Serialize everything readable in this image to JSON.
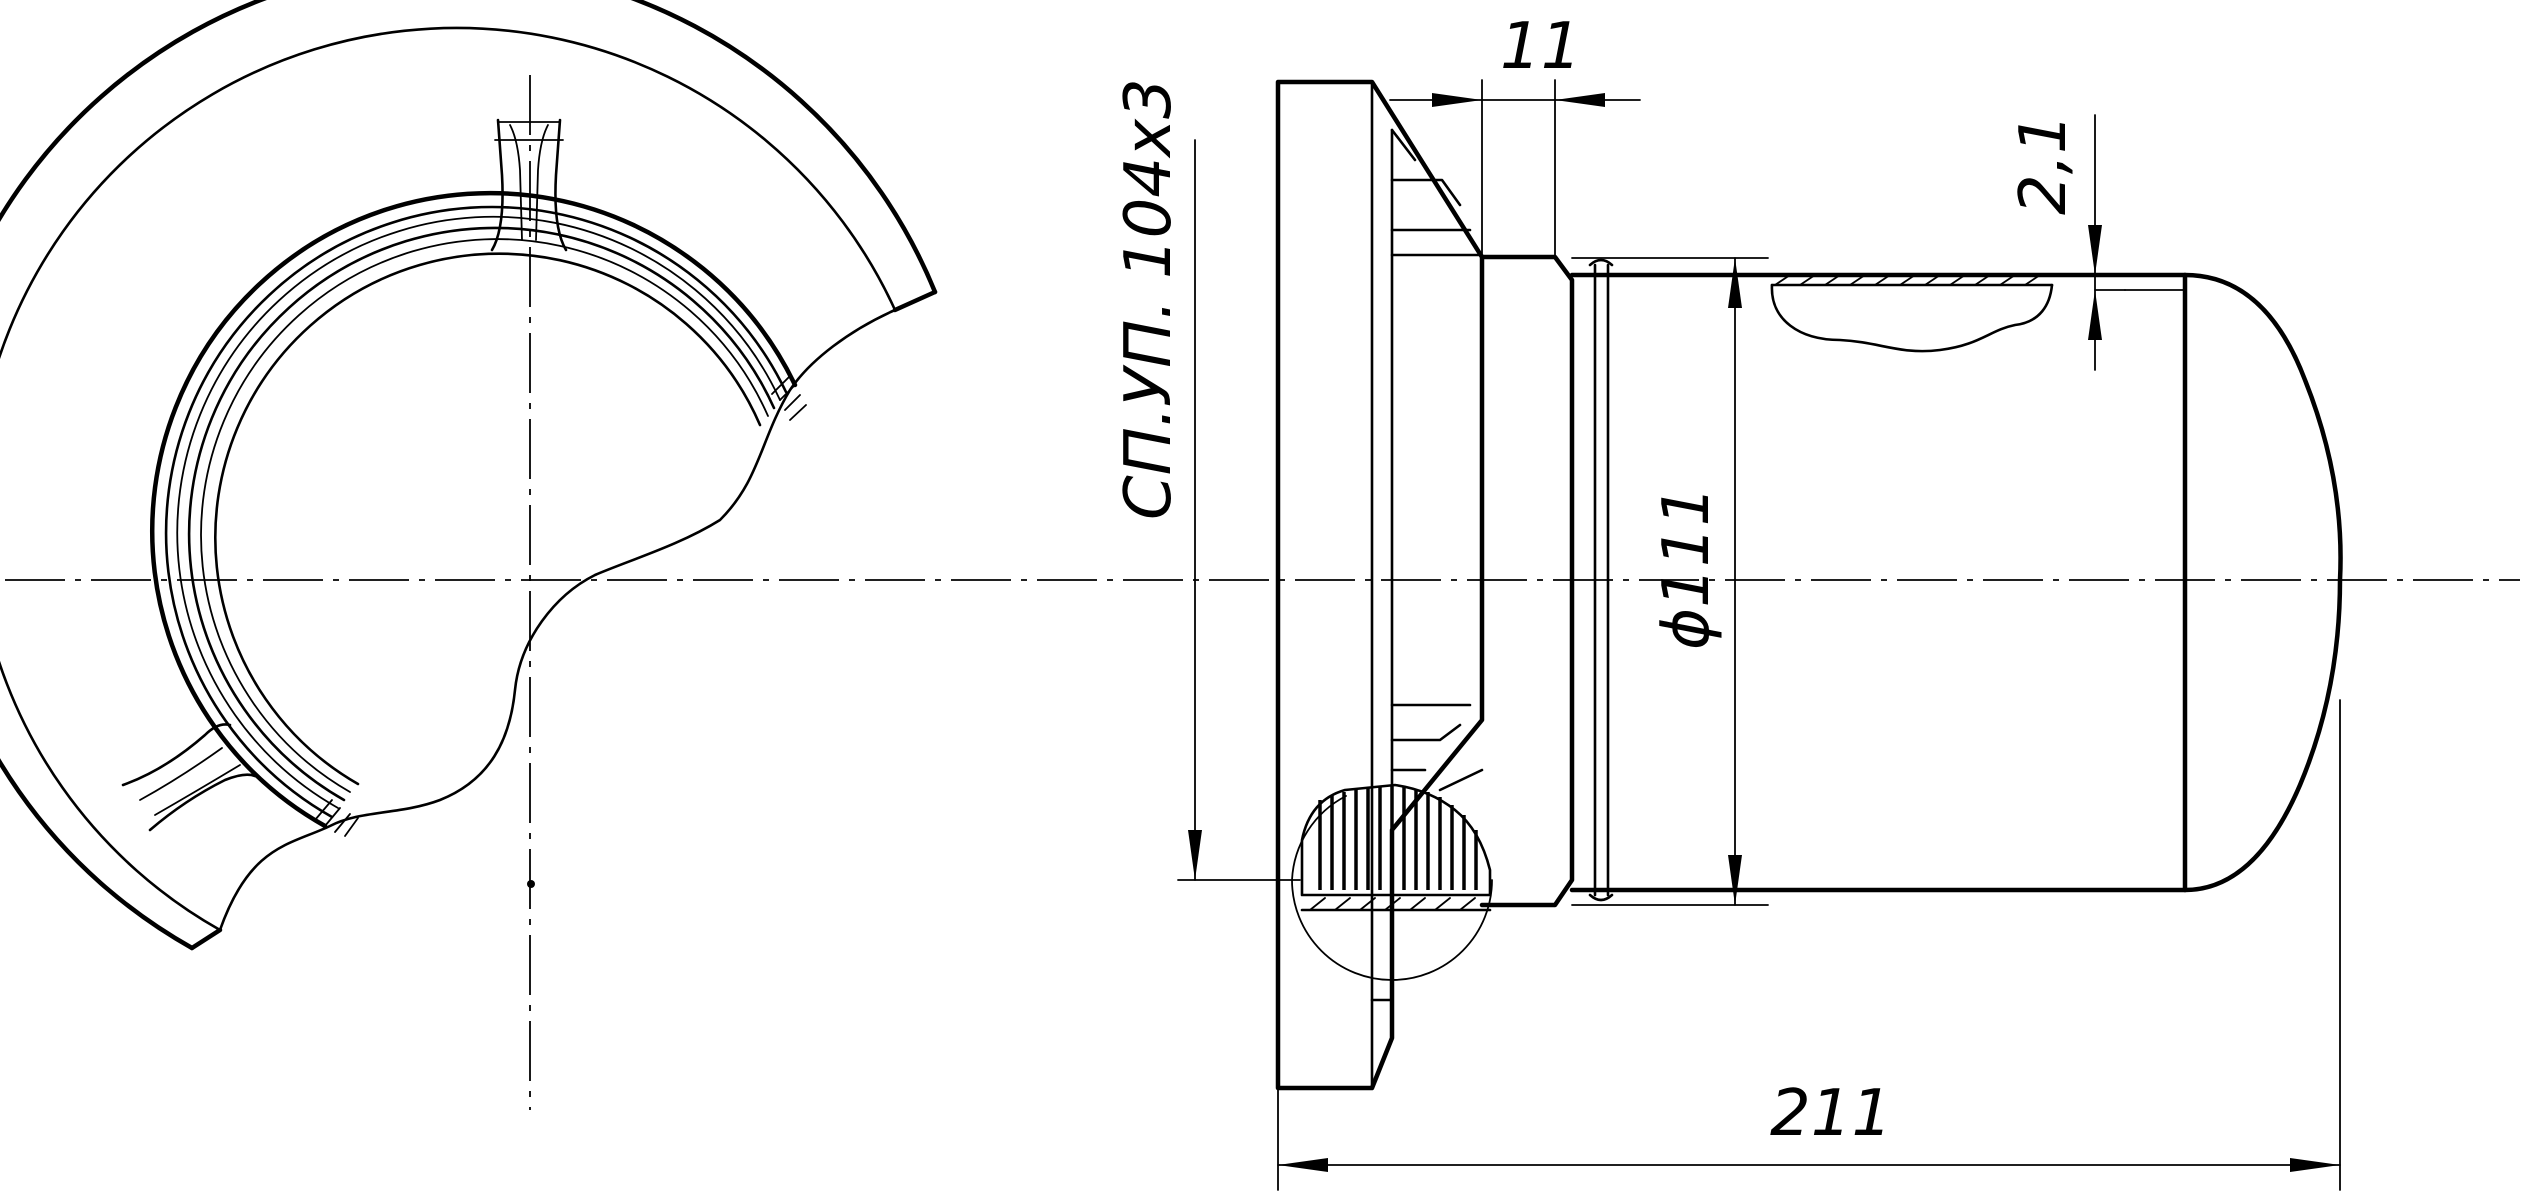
{
  "dimensions": {
    "dim_11": "11",
    "dim_2_1": "2,1",
    "dim_diameter": "ϕ111",
    "dim_thread": "СП.УП. 104х3",
    "dim_211": "211"
  }
}
